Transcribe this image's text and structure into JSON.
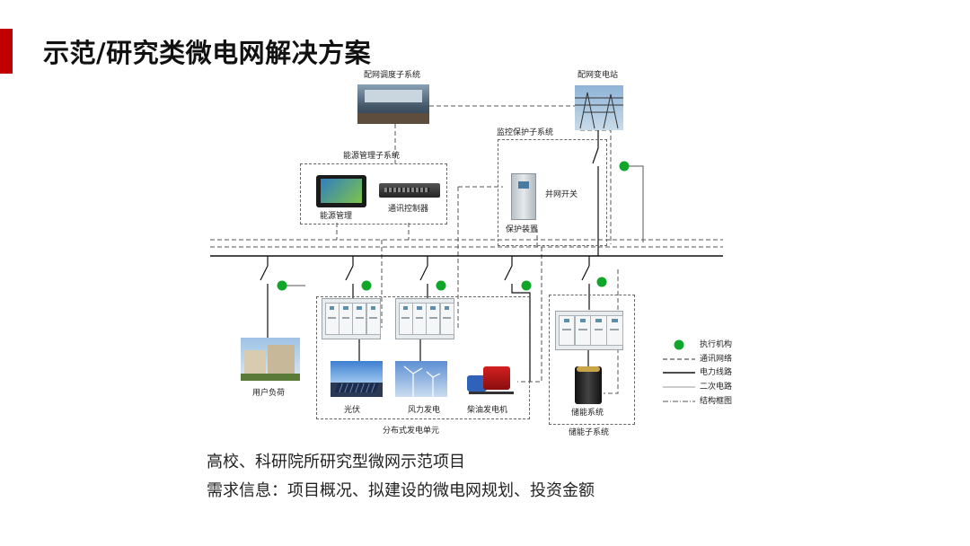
{
  "header": {
    "title": "示范/研究类微电网解决方案"
  },
  "diagram": {
    "dispatch_subsystem": "配网调度子系统",
    "substation": "配网变电站",
    "monitor_protect_subsystem": "监控保护子系统",
    "energy_mgmt_subsystem": "能源管理子系统",
    "energy_mgmt": "能源管理",
    "comm_controller": "通讯控制器",
    "grid_switch": "并网开关",
    "protection_device": "保护装置",
    "user_load": "用户负荷",
    "pv": "光伏",
    "wind": "风力发电",
    "diesel": "柴油发电机",
    "distributed_unit": "分布式发电单元",
    "storage_system": "储能系统",
    "storage_subsystem": "储能子系统",
    "legend": [
      {
        "key": "actuator",
        "label": "执行机构"
      },
      {
        "key": "comm",
        "label": "通讯网络"
      },
      {
        "key": "power",
        "label": "电力线路"
      },
      {
        "key": "secondary",
        "label": "二次电路"
      },
      {
        "key": "frame",
        "label": "结构框图"
      }
    ]
  },
  "colors": {
    "accent": "#c00000",
    "actuator": "#0fa62a"
  },
  "captions": {
    "line1": "高校、科研院所研究型微网示范项目",
    "line2": "需求信息：项目概况、拟建设的微电网规划、投资金额"
  }
}
